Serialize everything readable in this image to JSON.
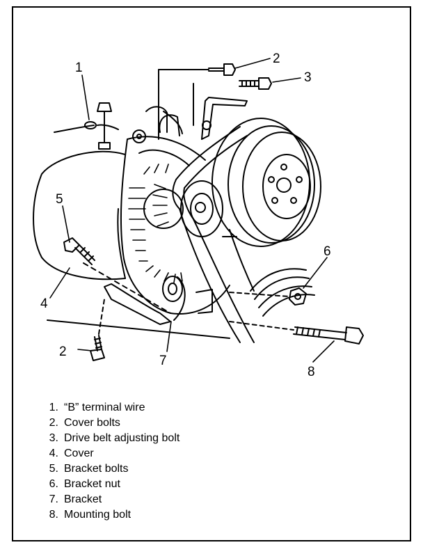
{
  "callouts": {
    "c1": "1",
    "c2a": "2",
    "c2b": "2",
    "c3": "3",
    "c4": "4",
    "c5": "5",
    "c6": "6",
    "c7": "7",
    "c8": "8"
  },
  "legend": [
    {
      "num": "1.",
      "text": "“B” terminal wire"
    },
    {
      "num": "2.",
      "text": "Cover bolts"
    },
    {
      "num": "3.",
      "text": "Drive belt adjusting bolt"
    },
    {
      "num": "4.",
      "text": "Cover"
    },
    {
      "num": "5.",
      "text": "Bracket bolts"
    },
    {
      "num": "6.",
      "text": "Bracket nut"
    },
    {
      "num": "7.",
      "text": "Bracket"
    },
    {
      "num": "8.",
      "text": "Mounting bolt"
    }
  ]
}
